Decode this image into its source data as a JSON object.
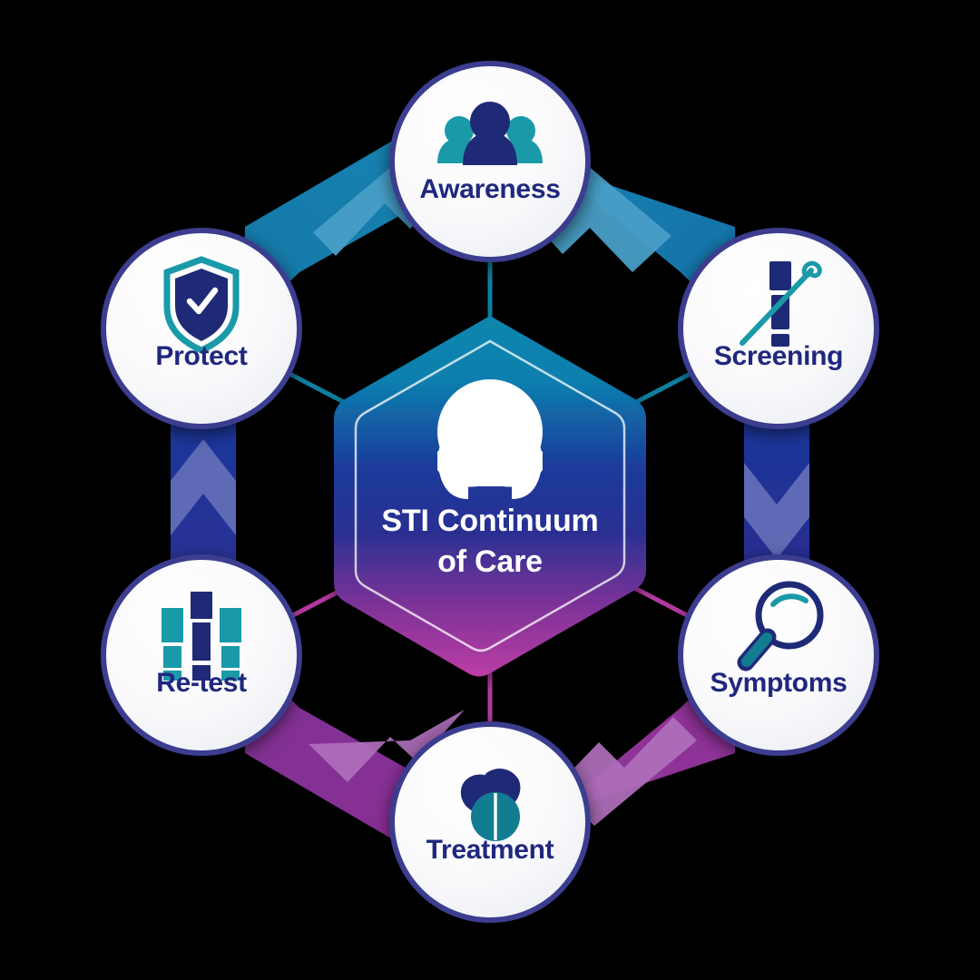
{
  "diagram": {
    "title": "STI Continuum of Care",
    "center": {
      "label_line1": "STI Continuum",
      "label_line2": "of Care",
      "icon": "woman-avatar-icon",
      "shape": "hexagon",
      "gradient_top": "#0b7fa8",
      "gradient_mid": "#1f3191",
      "gradient_bottom": "#b4399f"
    },
    "nodes": [
      {
        "id": "awareness",
        "label": "Awareness",
        "icon": "people-group-icon",
        "position": "top"
      },
      {
        "id": "screening",
        "label": "Screening",
        "icon": "test-tube-swab-icon",
        "position": "top-right"
      },
      {
        "id": "symptoms",
        "label": "Symptoms",
        "icon": "magnifying-glass-icon",
        "position": "bottom-right"
      },
      {
        "id": "treatment",
        "label": "Treatment",
        "icon": "pills-icon",
        "position": "bottom"
      },
      {
        "id": "retest",
        "label": "Re-test",
        "icon": "test-tubes-icon",
        "position": "bottom-left"
      },
      {
        "id": "protect",
        "label": "Protect",
        "icon": "shield-check-icon",
        "position": "top-left"
      }
    ],
    "flow": [
      {
        "from": "protect",
        "to": "awareness",
        "color": "#1784af",
        "direction": "up-right"
      },
      {
        "from": "awareness",
        "to": "screening",
        "color": "#1678ab",
        "direction": "down-right"
      },
      {
        "from": "screening",
        "to": "symptoms",
        "color": "#1d2f93",
        "direction": "down"
      },
      {
        "from": "symptoms",
        "to": "treatment",
        "color": "#8e3494",
        "direction": "down-left"
      },
      {
        "from": "treatment",
        "to": "retest",
        "color": "#8e3494",
        "direction": "up-left"
      },
      {
        "from": "retest",
        "to": "protect",
        "color": "#1d2f93",
        "direction": "up"
      }
    ],
    "colors": {
      "background": "#000000",
      "node_fill": "#f7f7f9",
      "node_border": "#3b3d8f",
      "label_text": "#20277e",
      "icon_navy": "#1f2a77",
      "icon_teal": "#179aa8",
      "connector_teal": "#0e7fa0",
      "connector_magenta": "#b4399f"
    }
  }
}
